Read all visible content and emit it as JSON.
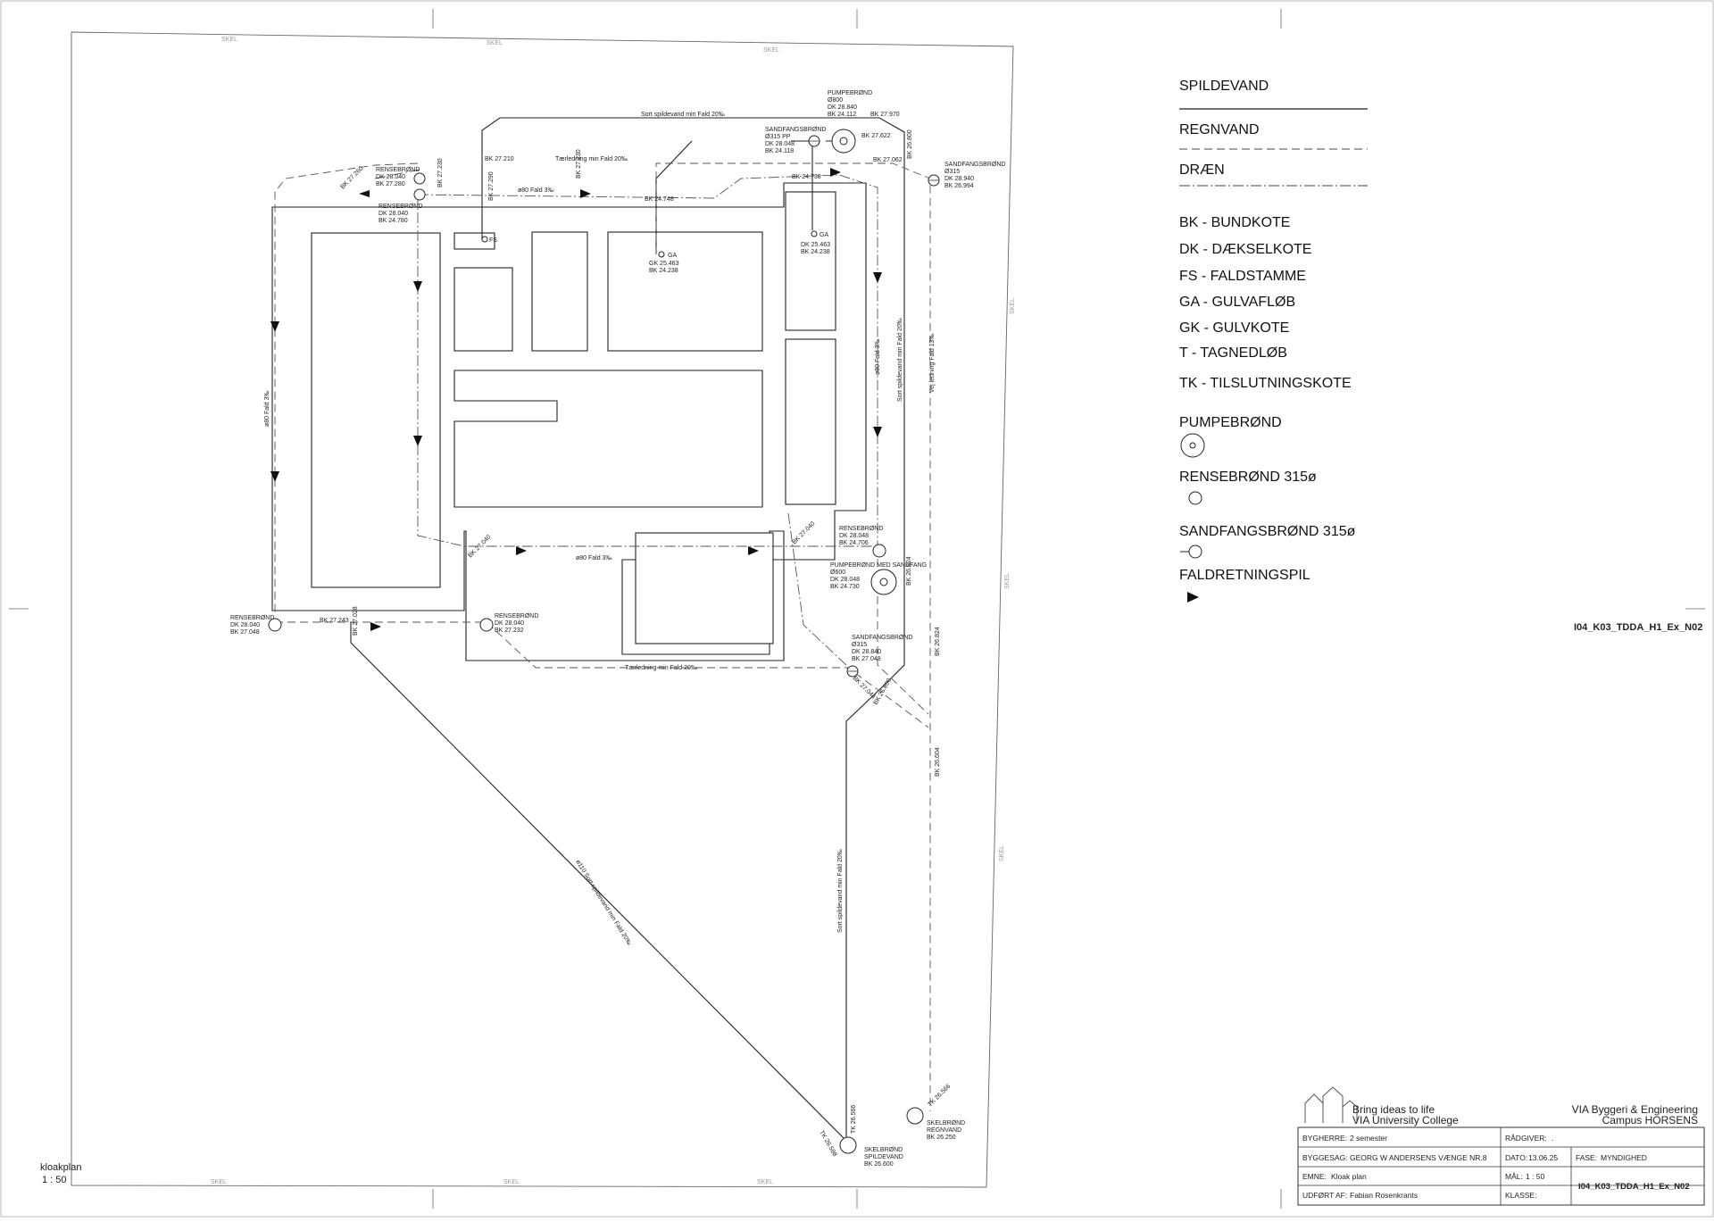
{
  "legend": {
    "lines": [
      {
        "label": "SPILDEVAND",
        "style": "solid"
      },
      {
        "label": "REGNVAND",
        "style": "dashed"
      },
      {
        "label": "DRÆN",
        "style": "dashdot"
      }
    ],
    "abbreviations": [
      "BK - BUNDKOTE",
      "DK - DÆKSELKOTE",
      "FS - FALDSTAMME",
      "GA - GULVAFLØB",
      "GK - GULVKOTE",
      "T - TAGNEDLØB",
      "TK - TILSLUTNINGSKOTE"
    ],
    "symbols": [
      {
        "label": "PUMPEBRØND",
        "icon": "pump-well-icon"
      },
      {
        "label": "RENSEBRØND 315ø",
        "icon": "inspection-well-icon"
      },
      {
        "label": "SANDFANGSBRØND 315ø",
        "icon": "sand-trap-well-icon"
      },
      {
        "label": "FALDRETNINGSPIL",
        "icon": "flow-arrow-icon"
      }
    ]
  },
  "drawing_code_side": "I04_K03_TDDA_H1_Ex_N02",
  "plan": {
    "name": "kloakplan",
    "scale": "1 : 50",
    "boundary_label": "SKEL",
    "pipes": [
      "Sort spildevand min Fald 20‰",
      "Tærledning min Fald 20‰",
      "ø80 Fald 3‰",
      "ø80 Fald 3‰",
      "Tærledning min Fald 20‰",
      "ø80 Fald 3‰",
      "ø80 Fald 3‰",
      "Sort spildevand min Fald 20‰",
      "Vej ledning Fald 13‰",
      "ø110 Sort spildevand min Fald 20‰",
      "Sort spildevand min Fald 20‰"
    ],
    "wells": [
      {
        "lines": [
          "PUMPEBRØND",
          "Ø800",
          "DK 28.840",
          "BK 24.112"
        ]
      },
      {
        "lines": [
          "SANDFANGSBRØND",
          "Ø315 PP",
          "DK 28.048",
          "BK 24.118"
        ]
      },
      {
        "lines": [
          "RENSEBRØND",
          "DK 28.040",
          "BK 27.280"
        ]
      },
      {
        "lines": [
          "RENSEBRØND",
          "DK 28.040",
          "BK 24.780"
        ]
      },
      {
        "lines": [
          "SANDFANGSBRØND",
          "Ø315",
          "DK 28.940",
          "BK 26.994"
        ]
      },
      {
        "lines": [
          "RENSEBRØND",
          "DK 28.040",
          "BK 27.048"
        ]
      },
      {
        "lines": [
          "RENSEBRØND",
          "DK 28.040",
          "BK 27.232"
        ]
      },
      {
        "lines": [
          "RENSEBRØND",
          "DK 28.048",
          "BK 24.706"
        ]
      },
      {
        "lines": [
          "PUMPEBRØND MED SANDFANG",
          "Ø600",
          "DK 28.048",
          "BK 24.730"
        ]
      },
      {
        "lines": [
          "SANDFANGSBRØND",
          "Ø315",
          "DK 28.840",
          "BK 27.048"
        ]
      },
      {
        "lines": [
          "SKELBRØND",
          "REGNVAND",
          "BK 26.250"
        ]
      },
      {
        "lines": [
          "SKELBRØND",
          "SPILDEVAND",
          "BK 26.600"
        ]
      }
    ],
    "fixtures": [
      {
        "lines": [
          "GA",
          "GK 25.463",
          "BK 24.238"
        ]
      },
      {
        "lines": [
          "GA",
          "DK 25.463",
          "BK 24.238"
        ]
      },
      {
        "lines": [
          "FS"
        ]
      }
    ],
    "levels": [
      "BK 27.970",
      "BK 27.622",
      "BK 26.800",
      "BK 27.260",
      "BK 27.210",
      "BK 27.230",
      "BK 27.290",
      "BK 27.230",
      "BK 24.738",
      "BK 24.748",
      "BK 27.062",
      "BK 27.243",
      "BK 27.028",
      "BK 27.044",
      "BK 26.824",
      "BK 26.604",
      "BK 26.800",
      "BK 27.040",
      "BK 27.040",
      "BK 26.824",
      "TK 26.566",
      "TK 26.566",
      "TK 26.598"
    ]
  },
  "title_block": {
    "tagline1": "Bring ideas to life",
    "tagline2": "VIA University College",
    "company1": "VIA Byggeri & Engineering",
    "company2": "Campus HORSENS",
    "bygherre_label": "BYGHERRE:",
    "bygherre": "2 semester",
    "raadgiver_label": "RÅDGIVER:",
    "raadgiver": ".",
    "byggesag_label": "BYGGESAG:",
    "byggesag": "GEORG W ANDERSENS VÆNGE NR.8",
    "dato_label": "DATO:",
    "dato": "13.06.25",
    "fase_label": "FASE:",
    "fase": "MYNDIGHED",
    "emne_label": "EMNE:",
    "emne": "Kloak plan",
    "maal_label": "MÅL:",
    "maal": "1 : 50",
    "udfoert_label": "UDFØRT AF:",
    "udfoert": "Fabian Rosenkrants",
    "klasse_label": "KLASSE:",
    "drawing_code": "I04_K03_TDDA_H1_Ex_N02"
  }
}
